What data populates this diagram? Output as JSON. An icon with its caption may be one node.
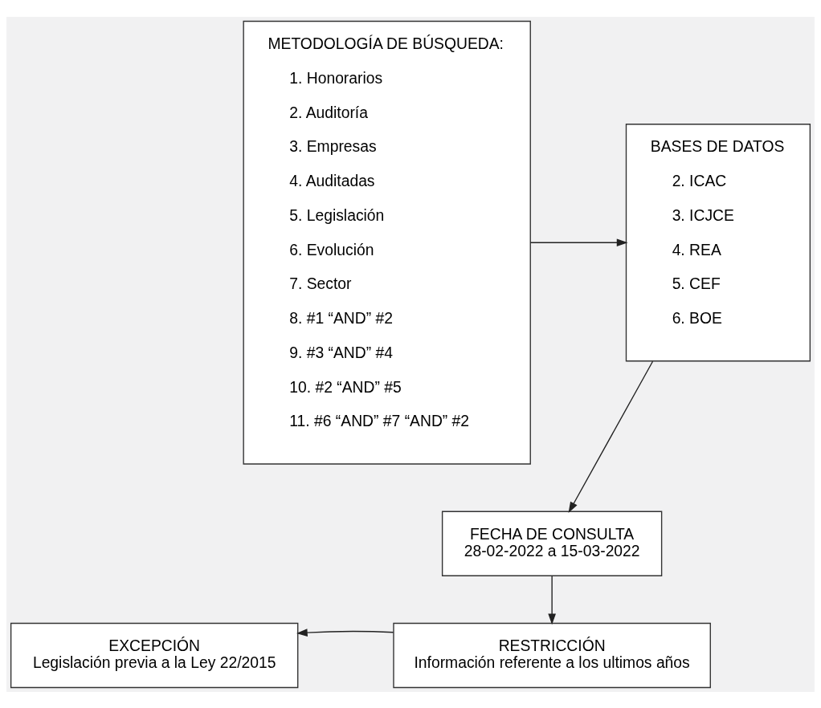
{
  "diagram": {
    "nodes": [
      {
        "text": [
          "METODOLOGÍA DE BÚSQUEDA:",
          "1. Honorarios",
          "2. Auditoría",
          "3. Empresas",
          "4. Auditadas",
          "5. Legislación",
          "6. Evolución",
          "7. Sector",
          "8. #1 “AND” #2",
          "9. #3 “AND” #4",
          "10. #2 “AND” #5",
          "11. #6 “AND” #7 “AND” #2"
        ]
      },
      {
        "text": [
          "BASES DE DATOS",
          "2. ICAC",
          "3. ICJCE",
          "4. REA",
          "5. CEF",
          "6. BOE"
        ]
      },
      {
        "text": [
          "FECHA DE CONSULTA",
          "28-02-2022 a 15-03-2022"
        ]
      },
      {
        "text": [
          "RESTRICCIÓN",
          "Información referente a los ultimos años"
        ]
      },
      {
        "text": [
          "EXCEPCIÓN",
          "Legislación previa a la Ley 22/2015"
        ]
      }
    ],
    "edges": [
      {
        "from": 0,
        "to": 1,
        "arrow": "to"
      },
      {
        "from": 1,
        "to": 2,
        "arrow": "to"
      },
      {
        "from": 2,
        "to": 3,
        "arrow": "to"
      },
      {
        "from": 3,
        "to": 4,
        "arrow": "to"
      }
    ]
  }
}
